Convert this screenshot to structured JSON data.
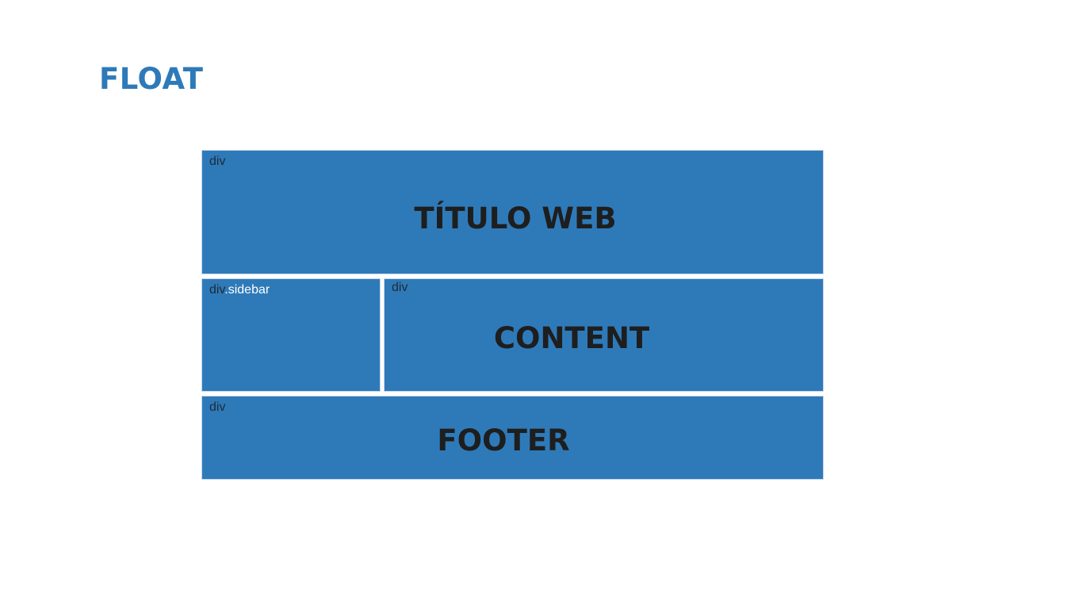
{
  "slide": {
    "title": "FLOAT",
    "accent_color": "#2e7ab9"
  },
  "layout": {
    "header": {
      "tag": "div",
      "label": "TÍTULO WEB"
    },
    "sidebar": {
      "tag": "div",
      "class": ".sidebar",
      "label": ""
    },
    "content": {
      "tag": "div",
      "label": "CONTENT"
    },
    "footer": {
      "tag": "div",
      "label": "FOOTER"
    }
  }
}
